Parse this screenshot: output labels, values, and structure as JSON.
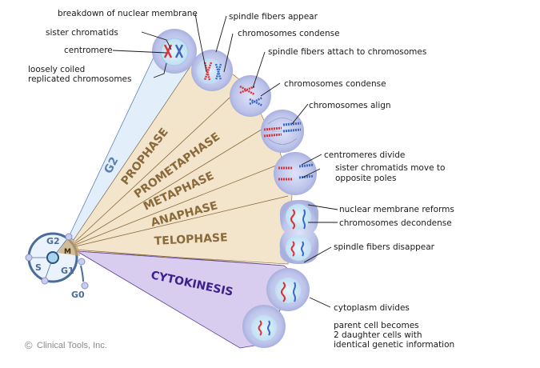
{
  "title": "Cell cycle: mitosis phases",
  "colors": {
    "g2_wedge": "#e3eefb",
    "mitosis_wedge": "#f3e4cc",
    "cytokinesis_wedge": "#d8cdee",
    "phase_text": "#8a6a3a",
    "cytokinesis_text": "#3b1f8a",
    "g2_text": "#5b82b5",
    "chromosome_red": "#d9333a",
    "chromosome_blue": "#3a67c4",
    "cell_outer": "#b9bfe8",
    "cell_inner": "#cfe6f5"
  },
  "cycle": {
    "phases": [
      "G2",
      "S",
      "G1",
      "G0",
      "M"
    ]
  },
  "wedges": {
    "g2": "G2",
    "phases": [
      "PROPHASE",
      "PROMETAPHASE",
      "METAPHASE",
      "ANAPHASE",
      "TELOPHASE"
    ],
    "cytokinesis": "CYTOKINESIS"
  },
  "labels": {
    "g2": {
      "sister_chromatids": "sister chromatids",
      "centromere": "centromere",
      "loosely_coiled_1": "loosely coiled",
      "loosely_coiled_2": "replicated chromosomes"
    },
    "prophase": {
      "breakdown": "breakdown of nuclear membrane",
      "spindle_appear": "spindle fibers appear",
      "condense": "chromosomes condense"
    },
    "prometaphase": {
      "attach": "spindle fibers attach to chromosomes",
      "condense": "chromosomes condense"
    },
    "metaphase": {
      "align": "chromosomes align"
    },
    "anaphase": {
      "centromeres": "centromeres divide",
      "move_1": "sister chromatids move to",
      "move_2": "opposite poles"
    },
    "telophase": {
      "membrane": "nuclear membrane reforms",
      "decondense": "chromosomes decondense",
      "spindle_disappear": "spindle fibers disappear"
    },
    "cytokinesis": {
      "divides": "cytoplasm divides",
      "result_1": "parent cell becomes",
      "result_2": "2 daughter cells with",
      "result_3": "identical genetic information"
    }
  },
  "copyright": "Clinical Tools, Inc.",
  "copyright_symbol": "©"
}
